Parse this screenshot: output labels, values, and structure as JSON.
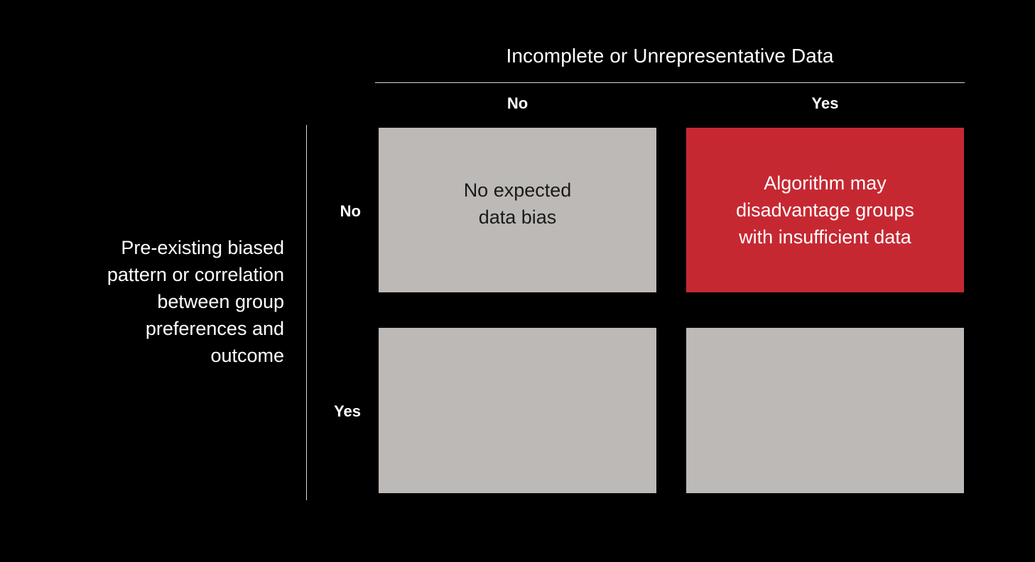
{
  "figure": {
    "background_color": "#000000",
    "column_axis": {
      "title": "Incomplete or Unrepresentative Data",
      "headers": [
        "No",
        "Yes"
      ]
    },
    "row_axis": {
      "title": "Pre-existing biased\npattern or correlation\nbetween group\npreferences and\noutcome",
      "headers": [
        "No",
        "Yes"
      ]
    },
    "cells": [
      {
        "row": "No",
        "column": "No",
        "text": "No expected\ndata bias",
        "fill": "#bcb9b6",
        "text_color": "#1a1a1a"
      },
      {
        "row": "No",
        "column": "Yes",
        "text": "Algorithm may\ndisadvantage groups\nwith insufficient data",
        "fill": "#c62832",
        "text_color": "#ffffff"
      },
      {
        "row": "Yes",
        "column": "No",
        "text": "",
        "fill": "#bcb9b6",
        "text_color": "#1a1a1a"
      },
      {
        "row": "Yes",
        "column": "Yes",
        "text": "",
        "fill": "#bcb9b6",
        "text_color": "#1a1a1a"
      }
    ],
    "colors": {
      "neutral_cell": "#bcb9b6",
      "highlight_cell": "#c62832",
      "axis_line": "#d8d8d8",
      "label_text": "#ffffff"
    }
  }
}
